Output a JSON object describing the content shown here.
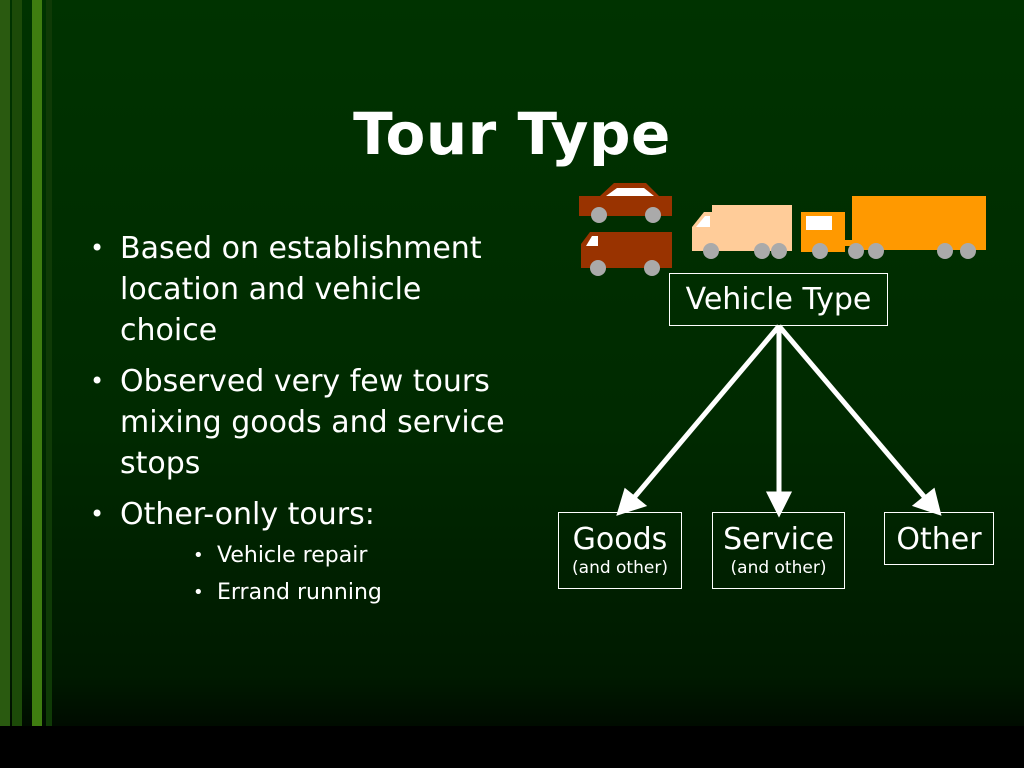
{
  "title": "Tour Type",
  "bullets": {
    "b1": "Based on establishment location and vehicle choice",
    "b2": "Observed very few tours mixing goods and service stops",
    "b3": "Other-only tours:",
    "sub1": "Vehicle repair",
    "sub2": "Errand running"
  },
  "diagram": {
    "root": "Vehicle Type",
    "goods": "Goods",
    "goods_sub": "(and other)",
    "service": "Service",
    "service_sub": "(and other)",
    "other": "Other"
  },
  "colors": {
    "car": "#993300",
    "van": "#ffcc99",
    "truck": "#ff9900",
    "wheel": "#aaaaaa"
  }
}
